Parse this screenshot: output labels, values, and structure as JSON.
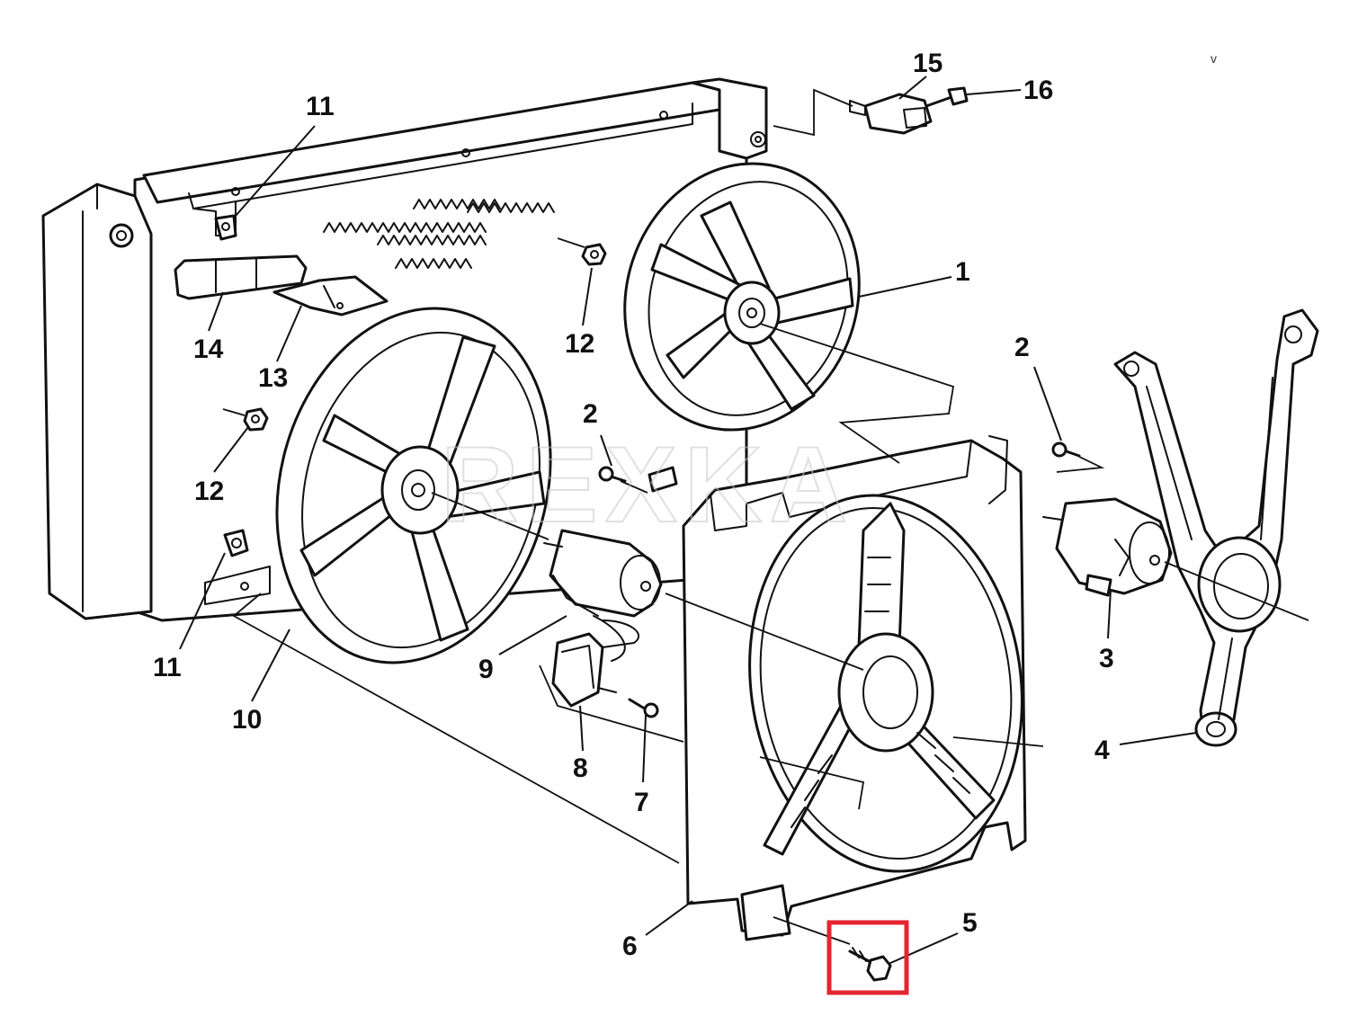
{
  "diagram": {
    "watermark": "REXKA",
    "stray_mark": "v",
    "highlight_color": "#e4252f",
    "highlighted_callout": "5",
    "callouts": {
      "c1": "1",
      "c2a": "2",
      "c2b": "2",
      "c3": "3",
      "c4": "4",
      "c5": "5",
      "c6": "6",
      "c7": "7",
      "c8": "8",
      "c9": "9",
      "c10": "10",
      "c11a": "11",
      "c11b": "11",
      "c12a": "12",
      "c12b": "12",
      "c13": "13",
      "c14": "14",
      "c15": "15",
      "c16": "16"
    }
  }
}
